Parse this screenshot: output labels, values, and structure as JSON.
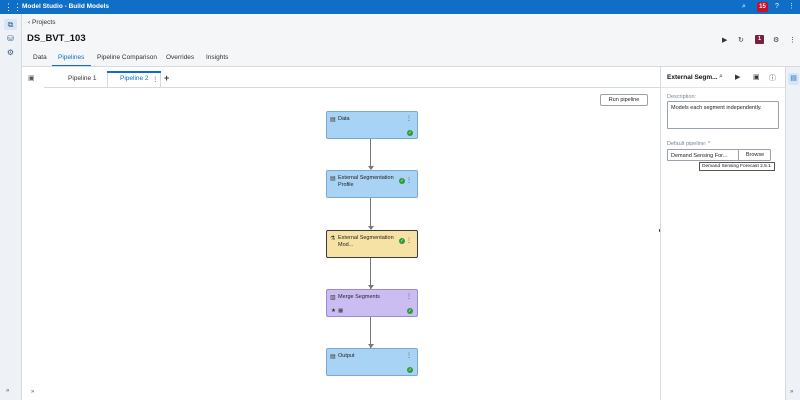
{
  "app": {
    "title": "Model Studio - Build Models",
    "notification_count": "15"
  },
  "header": {
    "back_label": "Projects",
    "project_title": "DS_BVT_103",
    "status_badge": "1",
    "tabs": [
      {
        "label": "Data"
      },
      {
        "label": "Pipelines"
      },
      {
        "label": "Pipeline Comparison"
      },
      {
        "label": "Overrides"
      },
      {
        "label": "Insights"
      }
    ]
  },
  "pipeline_tabs": [
    {
      "label": "Pipeline 1"
    },
    {
      "label": "Pipeline 2"
    }
  ],
  "run_button": "Run pipeline",
  "nodes": [
    {
      "label": "Data",
      "color": "#a8d3f5"
    },
    {
      "label": "External Segmentation Profile",
      "color": "#a8d3f5"
    },
    {
      "label": "External Segmentation Mod...",
      "color": "#f7e2a6"
    },
    {
      "label": "Merge Segments",
      "color": "#cbbdf2"
    },
    {
      "label": "Output",
      "color": "#a8d3f5"
    }
  ],
  "right_panel": {
    "title": "External Segm...",
    "description_label": "Description:",
    "description": "Models each segment independently.",
    "default_pipeline_label": "Default pipeline: *",
    "default_pipeline_value": "Demand Sensing For...",
    "browse_label": "Browse",
    "tooltip": "Demand Sensing Forecast 2.5.1"
  },
  "colors": {
    "accent": "#0f6fc6",
    "success": "#2e9b3a",
    "alert": "#c8102e"
  }
}
